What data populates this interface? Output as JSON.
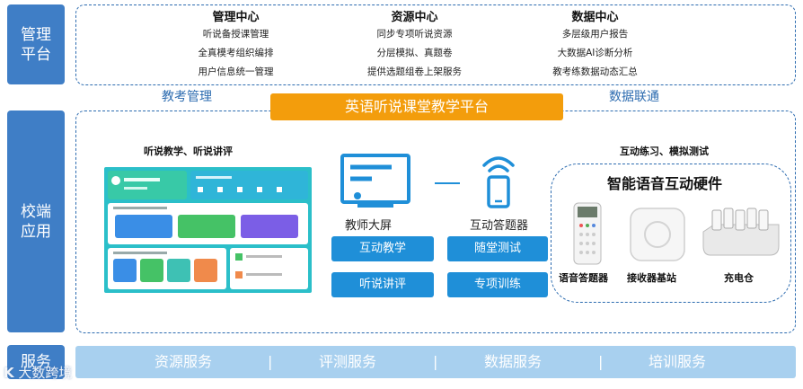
{
  "sides": {
    "management": "管理\n平台",
    "campus": "校端\n应用",
    "service": "服务"
  },
  "management": {
    "columns": [
      {
        "title": "管理中心",
        "items": [
          "听说备授课管理",
          "全真模考组织编排",
          "用户信息统一管理"
        ]
      },
      {
        "title": "资源中心",
        "items": [
          "同步专项听说资源",
          "分层模拟、真题卷",
          "提供选题组卷上架服务"
        ]
      },
      {
        "title": "数据中心",
        "items": [
          "多层级用户报告",
          "大数据AI诊断分析",
          "教考练数据动态汇总"
        ]
      }
    ]
  },
  "labels": {
    "teach_exam": "教考管理",
    "data_link": "数据联通",
    "platform_title": "英语听说课堂教学平台"
  },
  "left_panel": {
    "title": "听说教学、听说讲评"
  },
  "teacher": {
    "label": "教师大屏",
    "buttons": [
      "互动教学",
      "听说讲评"
    ]
  },
  "answerer": {
    "label": "互动答题器",
    "buttons": [
      "随堂测试",
      "专项训练"
    ]
  },
  "hardware": {
    "header": "互动练习、模拟测试",
    "title": "智能语音互动硬件",
    "items": [
      "语音答题器",
      "接收器基站",
      "充电仓"
    ]
  },
  "services": {
    "items": [
      "资源服务",
      "评测服务",
      "数据服务",
      "培训服务"
    ],
    "separator": "|"
  },
  "watermark": "大数跨境",
  "colors": {
    "side_blue": "#3f7ec6",
    "dash_blue": "#2d6cb0",
    "orange": "#f39d0c",
    "button_blue": "#1f8fd8",
    "service_bar": "#a8d0ef",
    "teal": "#2bbfc9"
  }
}
